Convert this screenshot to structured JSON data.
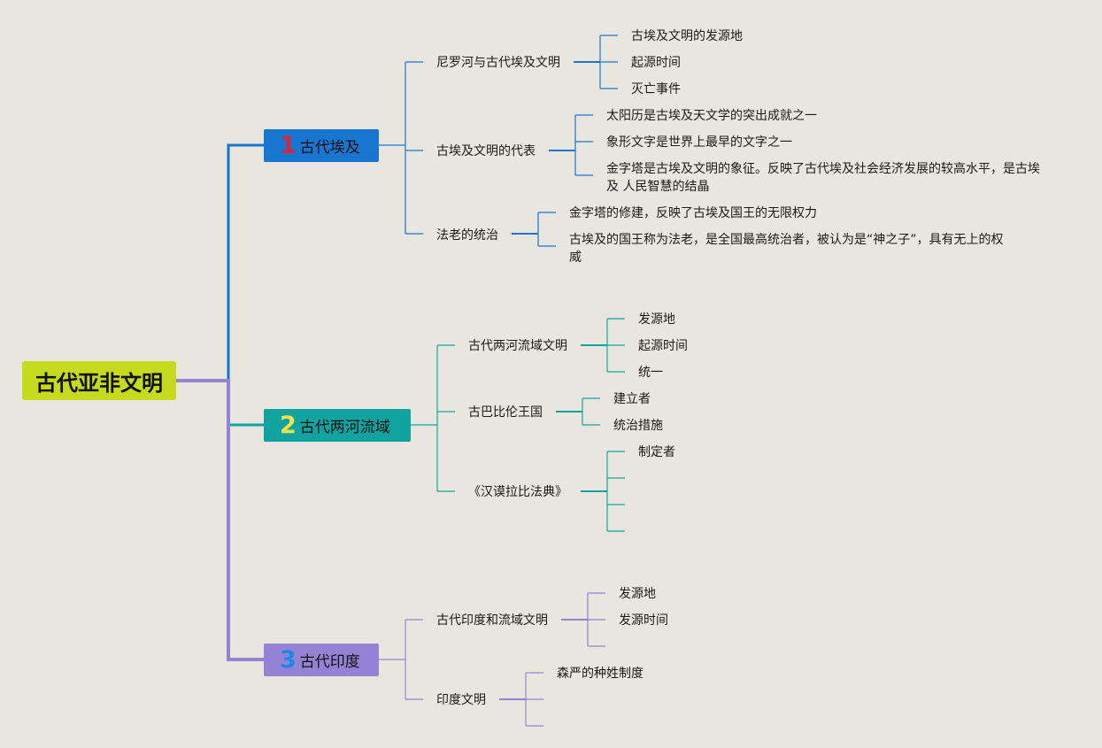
{
  "root": {
    "label": "古代亚非文明"
  },
  "branches": [
    {
      "num": "1",
      "label": "古代埃及",
      "color": "#1976d0",
      "children": [
        {
          "label": "尼罗河与古代埃及文明",
          "children": [
            "古埃及文明的发源地",
            "起源时间",
            "灭亡事件"
          ]
        },
        {
          "label": "古埃及文明的代表",
          "children": [
            "太阳历是古埃及天文学的突出成就之一",
            "象形文字是世界上最早的文字之一",
            "金字塔是古埃及文明的象征。反映了古代埃及社会经济发展的较高水平，是古埃及 人民智慧的结晶"
          ]
        },
        {
          "label": "法老的统治",
          "children": [
            "金字塔的修建，反映了古埃及国王的无限权力",
            "古埃及的国王称为法老，是全国最高统治者，被认为是“神之子”，具有无上的权威"
          ]
        }
      ]
    },
    {
      "num": "2",
      "label": "古代两河流域",
      "color": "#11a3a0",
      "children": [
        {
          "label": "古代两河流域文明",
          "children": [
            "发源地",
            "起源时间",
            "统一"
          ]
        },
        {
          "label": "古巴比伦王国",
          "children": [
            "建立者",
            "统治措施"
          ]
        },
        {
          "label": "《汉谟拉比法典》",
          "children": [
            "制定者",
            "",
            "",
            ""
          ]
        }
      ]
    },
    {
      "num": "3",
      "label": "古代印度",
      "color": "#9582d4",
      "children": [
        {
          "label": "古代印度和流域文明",
          "children": [
            "发源地",
            "发源时间"
          ]
        },
        {
          "label": "印度文明",
          "children": [
            "森严的种姓制度",
            "",
            ""
          ]
        }
      ]
    }
  ]
}
